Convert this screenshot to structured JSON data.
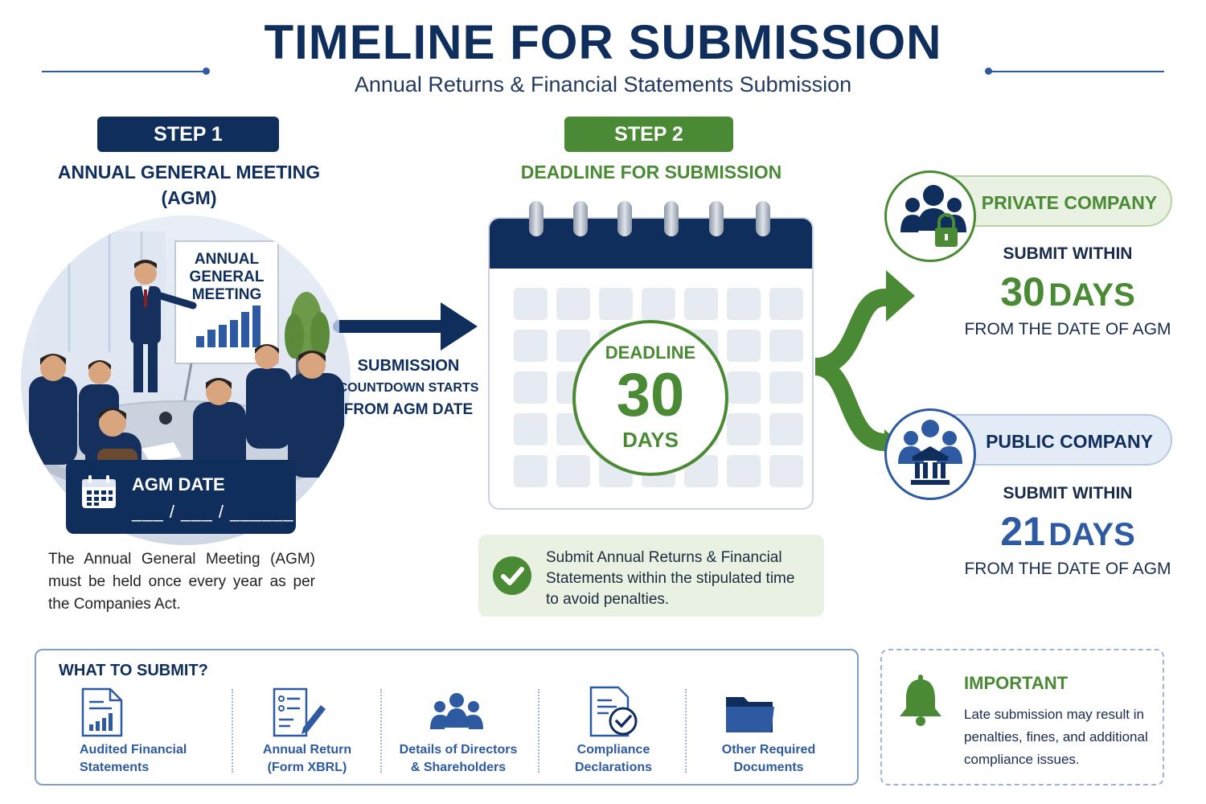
{
  "header": {
    "title": "TIMELINE FOR SUBMISSION",
    "subtitle": "Annual Returns & Financial Statements Submission"
  },
  "step1": {
    "badge": "STEP 1",
    "heading_line1": "ANNUAL GENERAL MEETING",
    "heading_line2": "(AGM)",
    "board_line1": "ANNUAL",
    "board_line2": "GENERAL",
    "board_line3": "MEETING",
    "agm_date_label": "AGM DATE",
    "agm_date_blank": "___ / ___ / ______",
    "description": "The Annual General Meeting (AGM) must be held once every year as per the Companies Act."
  },
  "countdown": {
    "line1": "SUBMISSION",
    "line2": "COUNTDOWN STARTS",
    "line3": "FROM AGM DATE"
  },
  "step2": {
    "badge": "STEP 2",
    "heading": "DEADLINE FOR SUBMISSION",
    "deadline_label": "DEADLINE",
    "deadline_number": "30",
    "deadline_unit": "DAYS",
    "note": "Submit Annual Returns & Financial Statements within the stipulated time to avoid penalties."
  },
  "private": {
    "label": "PRIVATE COMPANY",
    "submit_within": "SUBMIT WITHIN",
    "number": "30",
    "unit": "DAYS",
    "from": "FROM THE DATE OF AGM"
  },
  "public": {
    "label": "PUBLIC COMPANY",
    "submit_within": "SUBMIT WITHIN",
    "number": "21",
    "unit": "DAYS",
    "from": "FROM THE DATE OF AGM"
  },
  "what_to_submit": {
    "title": "WHAT TO SUBMIT?",
    "items": [
      {
        "line1": "Audited Financial",
        "line2": "Statements",
        "icon": "financial-report-icon"
      },
      {
        "line1": "Annual Return",
        "line2": "(Form XBRL)",
        "icon": "form-pen-icon"
      },
      {
        "line1": "Details of Directors",
        "line2": "& Shareholders",
        "icon": "people-group-icon"
      },
      {
        "line1": "Compliance",
        "line2": "Declarations",
        "icon": "document-check-icon"
      },
      {
        "line1": "Other Required",
        "line2": "Documents",
        "icon": "folder-icon"
      }
    ]
  },
  "important": {
    "title": "IMPORTANT",
    "text": "Late submission may result in penalties, fines, and additional compliance issues.",
    "icon": "bell-icon"
  },
  "colors": {
    "navy": "#0f2e5c",
    "green": "#4a8a34",
    "light_green": "#e8f1e2",
    "light_blue": "#e3ebf6"
  }
}
